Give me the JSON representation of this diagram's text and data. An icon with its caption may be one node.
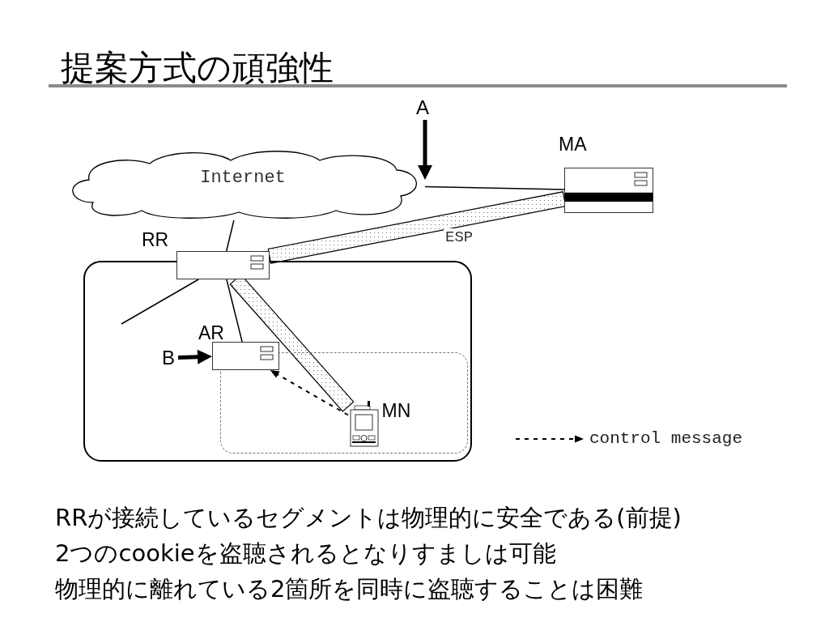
{
  "diagram": {
    "title": "提案方式の頑強性",
    "nodes": [
      {
        "text": [
          "Internet"
        ]
      },
      {
        "text": [
          "MA"
        ]
      },
      {
        "text": [
          "RR"
        ]
      },
      {
        "text": [],
        "shape": "box"
      },
      {
        "text": [
          "AR"
        ],
        "in": 3
      },
      {
        "text": [],
        "shape": "box",
        "in": 3
      },
      {
        "text": [
          "MN"
        ],
        "in": 5
      },
      {
        "text": [
          "A"
        ]
      },
      {
        "text": [
          "B"
        ],
        "in": 3
      }
    ],
    "edges": [
      {
        "from": 0,
        "to": 1,
        "arrow": "none"
      },
      {
        "from": 0,
        "to": 2,
        "arrow": "none"
      },
      {
        "from": 2,
        "to": 1,
        "arrow": "none",
        "label": "ESP",
        "style": "thick"
      },
      {
        "from": 2,
        "to": 4,
        "arrow": "none"
      },
      {
        "from": 2,
        "to": 6,
        "arrow": "none",
        "style": "thick"
      },
      {
        "from": 6,
        "to": 4,
        "arrow": "to",
        "style": "dashed"
      },
      {
        "from": 2,
        "to": null,
        "arrow": "none"
      },
      {
        "from": 7,
        "to": 0,
        "arrow": "to",
        "style": "thick"
      },
      {
        "from": 8,
        "to": 4,
        "arrow": "to",
        "style": "thick"
      }
    ],
    "labels": [
      "RRが接続しているセグメントは物理的に安全である(前提)",
      "2つのcookieを盗聴されるとなりすましは可能",
      "物理的に離れている2箇所を同時に盗聴することは困難"
    ],
    "legend": [
      {
        "text": "control message"
      }
    ]
  }
}
